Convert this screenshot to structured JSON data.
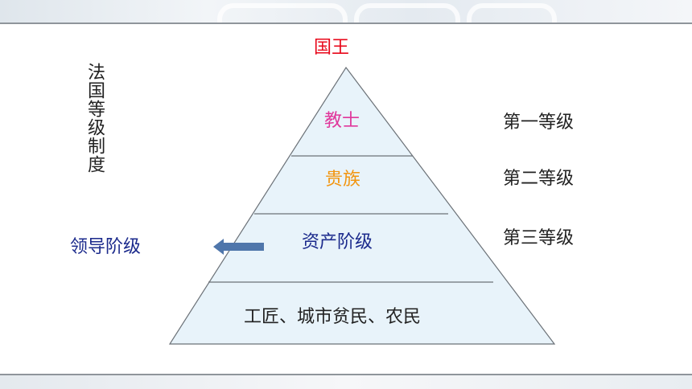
{
  "diagram": {
    "apex_label": "国王",
    "vertical_title": "法国等级制度",
    "tiers": [
      {
        "label": "教士",
        "color": "#e0379b"
      },
      {
        "label": "贵族",
        "color": "#f2950f"
      },
      {
        "label": "资产阶级",
        "color": "#1b2a8c"
      },
      {
        "label": "工匠、城市贫民、农民",
        "color": "#222222"
      }
    ],
    "estates": [
      "第一等级",
      "第二等级",
      "第三等级"
    ],
    "leader_label": "领导阶级",
    "colors": {
      "apex": "#e8071a",
      "pyramid_fill": "#e8f3fa",
      "pyramid_stroke": "#6b7177",
      "arrow_fill": "#4f76ab",
      "leader": "#1b2a8c"
    }
  }
}
